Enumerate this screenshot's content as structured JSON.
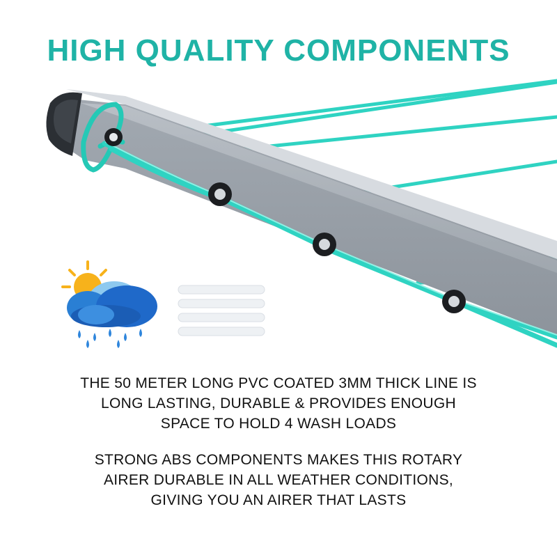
{
  "headline": "HIGH QUALITY COMPONENTS",
  "paragraphs": [
    {
      "lines": [
        "THE 50 METER LONG PVC COATED 3MM THICK LINE IS",
        "LONG LASTING, DURABLE & PROVIDES ENOUGH",
        "SPACE TO HOLD 4 WASH LOADS"
      ]
    },
    {
      "lines": [
        "STRONG ABS COMPONENTS MAKES THIS ROTARY",
        "AIRER DURABLE IN ALL WEATHER  CONDITIONS,",
        "GIVING YOU AN AIRER THAT LASTS"
      ]
    }
  ],
  "icons": [
    "sun-cloud-rain-icon",
    "wind-lines-icon"
  ],
  "colors": {
    "accent": "#1fb3a6",
    "line": "#2fd3c2",
    "arm": "#a6adb5",
    "text": "#111111",
    "cloud": "#1f69c9",
    "sun": "#f7b21b"
  }
}
